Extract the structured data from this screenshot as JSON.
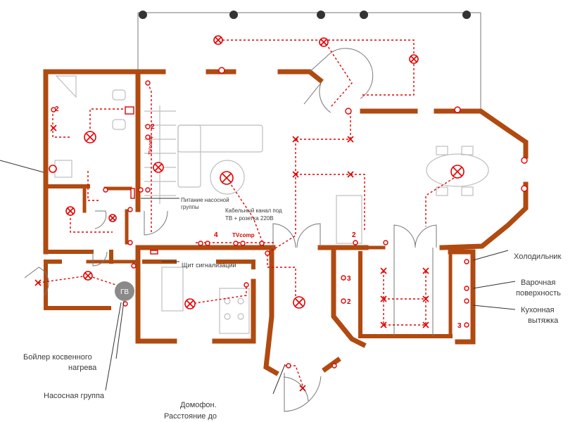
{
  "labels": {
    "pump_power": [
      "Питание насосной",
      "группы"
    ],
    "cable_channel": [
      "Кабельный канал под",
      "ТВ + розетка 220В"
    ],
    "tv_comp": "TVcomp",
    "alarm_panel": "Щит сигнализации",
    "fridge": "Холодильник",
    "cooktop": [
      "Варочная",
      "поверхность"
    ],
    "hood": [
      "Кухонная",
      "вытяжка"
    ],
    "boiler": [
      "Бойлер косвенного",
      "нагрева"
    ],
    "pump_group": "Насосная группа",
    "intercom": [
      "Домофон.",
      "Расстояние до"
    ],
    "gv": "ГВ",
    "tv_vertical": "TVcomp",
    "num_2a": "2",
    "num_2b": "2",
    "num_2c": "2",
    "num_3a": "3",
    "num_3b": "3",
    "num_4": "4",
    "num_2d": "2"
  },
  "colors": {
    "wall": "#b04a10",
    "wiring": "#e20000",
    "text": "#3a3a3a",
    "boiler_fill": "#8a8a8a"
  }
}
